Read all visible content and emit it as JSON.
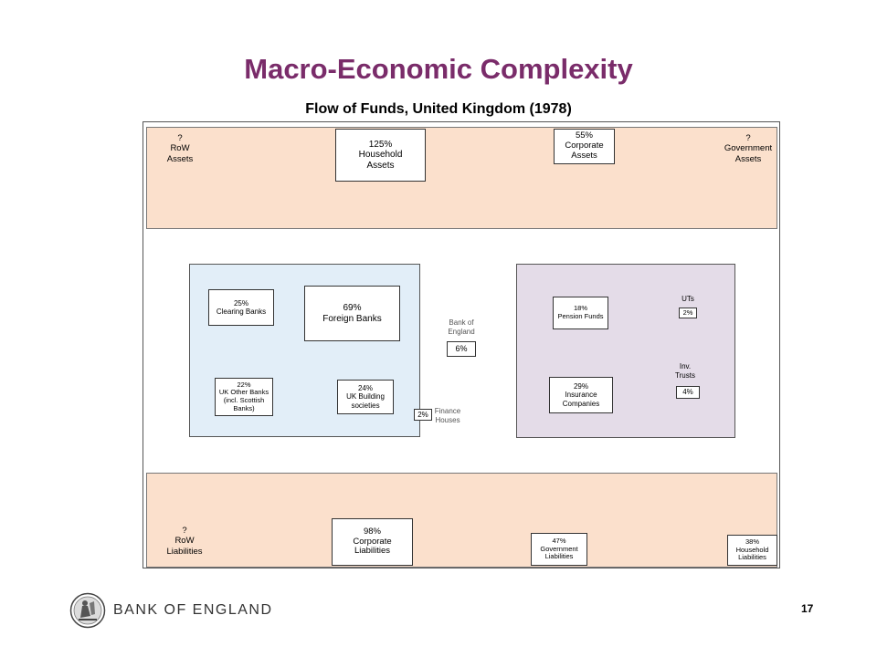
{
  "title": "Macro-Economic Complexity",
  "subtitle": "Flow of Funds, United Kingdom (1978)",
  "top_band": {
    "row_assets": "?\nRoW\nAssets",
    "household_assets": "125%\nHousehold\nAssets",
    "corporate_assets": "55%\nCorporate\nAssets",
    "government_assets": "?\nGovernment\nAssets"
  },
  "banks": {
    "clearing": "25%\nClearing Banks",
    "foreign": "69%\nForeign Banks",
    "uk_other": "22%\nUK Other Banks\n(incl. Scottish\nBanks)",
    "building_societies": "24%\nUK Building\nsocieties"
  },
  "middle": {
    "boe_label": "Bank of\nEngland",
    "boe_value": "6%",
    "finance_value": "2%",
    "finance_label": "Finance\nHouses"
  },
  "institutions": {
    "pension": "18%\nPension Funds",
    "insurance": "29%\nInsurance\nCompanies",
    "uts_label": "UTs",
    "uts_value": "2%",
    "inv_label": "Inv.\nTrusts",
    "inv_value": "4%"
  },
  "bottom_band": {
    "row_liabilities": "?\nRoW\nLiabilities",
    "corporate_liabilities": "98%\nCorporate\nLiabilities",
    "government_liabilities": "47%\nGovernment\nLiabilities",
    "household_liabilities": "38%\nHousehold\nLiabilities"
  },
  "footer": {
    "logo_text": "BANK OF ENGLAND",
    "page_number": "17"
  },
  "colors": {
    "title": "#7a2c6a",
    "band": "#fbe0cc",
    "banks_panel": "#e2eef8",
    "institutions_panel": "#e4dce8"
  }
}
